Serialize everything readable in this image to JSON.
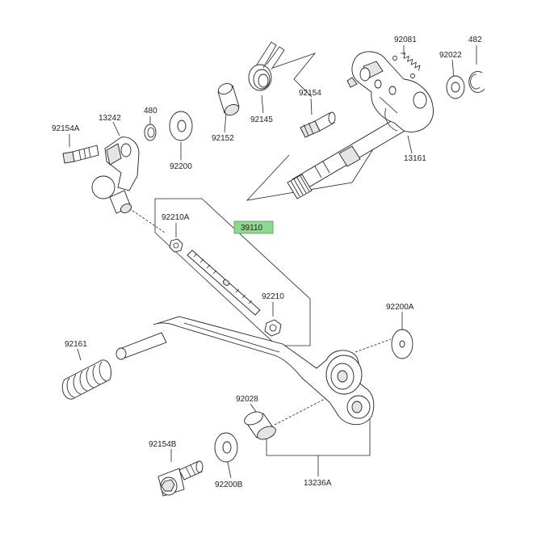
{
  "colors": {
    "ink": "#222222",
    "highlight": "#8fd88f",
    "part_fill": "#ffffff",
    "part_shade": "#e4e4e4"
  },
  "labels": {
    "p92081": "92081",
    "p482": "482",
    "p92022": "92022",
    "p92154": "92154",
    "p13161": "13161",
    "p92145": "92145",
    "p92152": "92152",
    "p480": "480",
    "p92200": "92200",
    "p13242": "13242",
    "p92154A": "92154A",
    "p92210A": "92210A",
    "p39110": "39110",
    "p92210": "92210",
    "p92200A": "92200A",
    "p92161": "92161",
    "p92028": "92028",
    "p92154B": "92154B",
    "p92200B": "92200B",
    "p13236A": "13236A"
  }
}
